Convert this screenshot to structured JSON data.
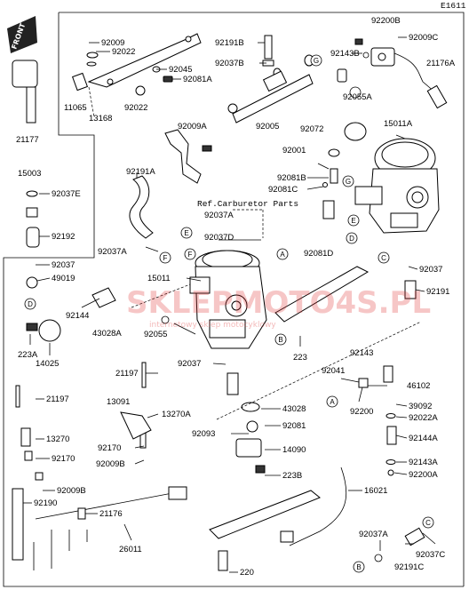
{
  "header": {
    "diagram_id": "E1611",
    "front_label": "FRONT"
  },
  "ref_note": "Ref.Carburetor Parts",
  "watermark": {
    "brand": "SKLEPMOTO4S.PL",
    "tagline": "internetowy sklep motocyklowy"
  },
  "callouts": [
    "A",
    "B",
    "C",
    "D",
    "E",
    "F",
    "G"
  ],
  "labels": [
    "92009",
    "92022",
    "92045",
    "92081A",
    "11065",
    "13168",
    "92022",
    "92191B",
    "92037B",
    "92005",
    "92009A",
    "92200B",
    "92009C",
    "92143B",
    "21176A",
    "92055A",
    "92072",
    "15011A",
    "92001",
    "92081B",
    "92081C",
    "92081D",
    "21177",
    "15003",
    "92037E",
    "92192",
    "92191A",
    "92037A",
    "92037D",
    "92037A",
    "92037",
    "49019",
    "15011",
    "92037",
    "92191",
    "92144",
    "43028A",
    "223A",
    "14025",
    "92055",
    "223",
    "92037",
    "92143",
    "92041",
    "46102",
    "92200",
    "39092",
    "92022A",
    "21197",
    "43028",
    "13091",
    "13270A",
    "92081",
    "92093",
    "14090",
    "92144A",
    "92143A",
    "92200A",
    "223B",
    "21197",
    "13270",
    "92170",
    "92170",
    "92009B",
    "92009B",
    "92190",
    "21176",
    "16021",
    "26011",
    "92037A",
    "92037C",
    "92191C",
    "220"
  ]
}
